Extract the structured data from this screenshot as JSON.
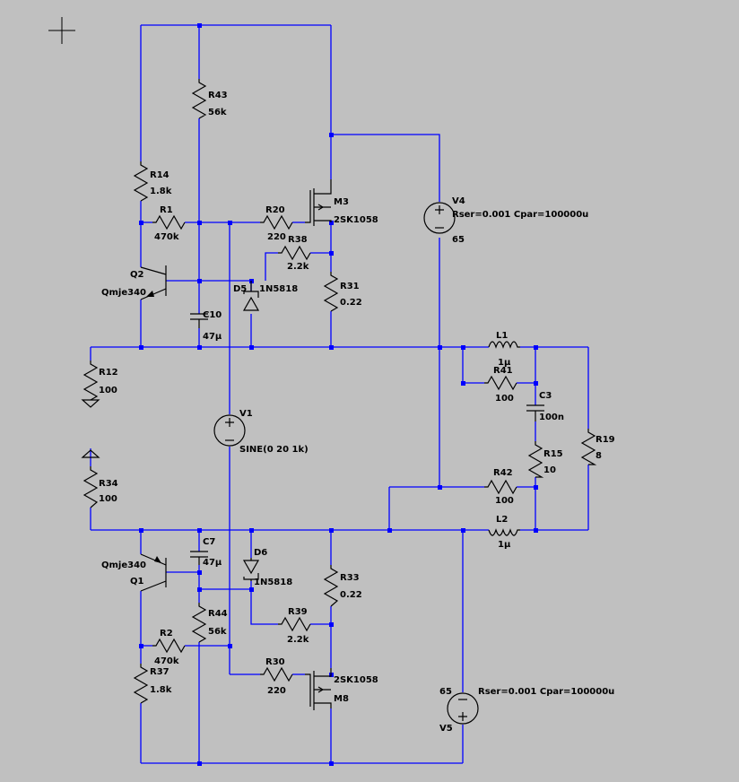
{
  "labels": {
    "R43": "R43",
    "R43v": "56k",
    "R14": "R14",
    "R14v": "1.8k",
    "R1": "R1",
    "R1v": "470k",
    "R20": "R20",
    "R20v": "220",
    "M3": "M3",
    "M3v": "2SK1058",
    "R38": "R38",
    "R38v": "2.2k",
    "Q2": "Q2",
    "Q2v": "Qmje340",
    "D5": "D5",
    "D5v": "1N5818",
    "R31": "R31",
    "R31v": "0.22",
    "C10": "C10",
    "C10v": "47μ",
    "V4": "V4",
    "V4v": "Rser=0.001 Cpar=100000u",
    "V4n": "65",
    "L1": "L1",
    "L1v": "1μ",
    "R41": "R41",
    "R41v": "100",
    "C3": "C3",
    "C3v": "100n",
    "R12": "R12",
    "R12v": "100",
    "V1": "V1",
    "V1v": "SINE(0 20 1k)",
    "R15": "R15",
    "R15v": "10",
    "R19": "R19",
    "R19v": "8",
    "R42": "R42",
    "R42v": "100",
    "R34": "R34",
    "R34v": "100",
    "L2": "L2",
    "L2v": "1μ",
    "C7": "C7",
    "C7v": "47μ",
    "Q1": "Q1",
    "Q1v": "Qmje340",
    "D6": "D6",
    "D6v": "1N5818",
    "R33": "R33",
    "R33v": "0.22",
    "R44": "R44",
    "R44v": "56k",
    "R39": "R39",
    "R39v": "2.2k",
    "R2": "R2",
    "R2v": "470k",
    "R37": "R37",
    "R37v": "1.8k",
    "R30": "R30",
    "R30v": "220",
    "M8": "M8",
    "M8v": "2SK1058",
    "V5": "V5",
    "V5v": "Rser=0.001 Cpar=100000u",
    "V5n": "65"
  }
}
